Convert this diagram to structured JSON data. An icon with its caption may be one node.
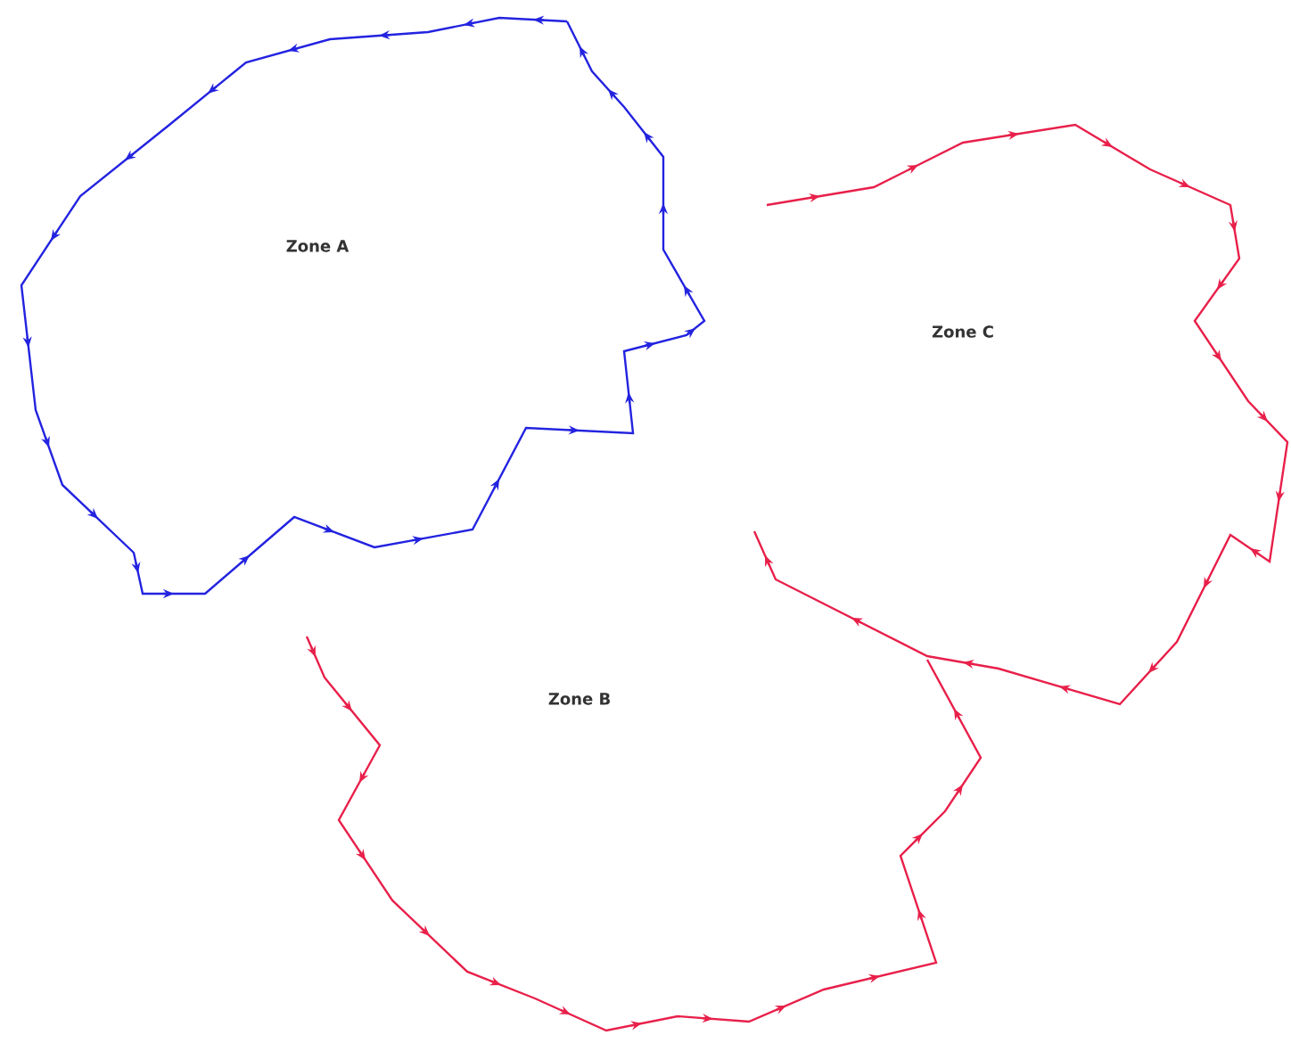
{
  "diagram": {
    "labels": [
      "Zone A",
      "Zone C",
      "Zone B"
    ]
  }
}
